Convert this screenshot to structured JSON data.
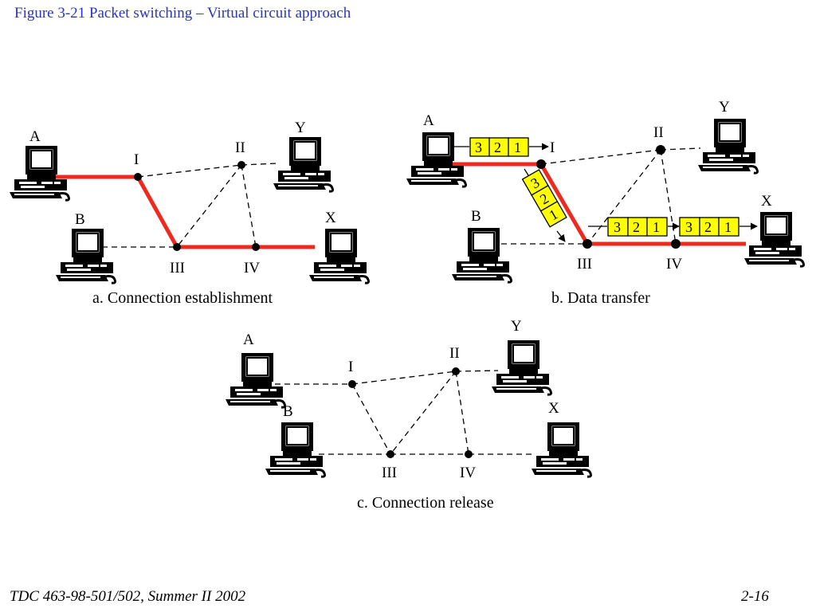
{
  "figure_title": "Figure  3-21  Packet switching – Virtual circuit approach",
  "footer": {
    "course": "TDC 463-98-501/502, Summer II 2002",
    "page": "2-16"
  },
  "colors": {
    "title": "#2a34c8",
    "circuit": "#ee2a1e",
    "packet": "#ffff00"
  },
  "panels": {
    "a": {
      "caption": "a. Connection establishment",
      "hosts": {
        "A": "A",
        "B": "B",
        "X": "X",
        "Y": "Y"
      },
      "switches": {
        "I": "I",
        "II": "II",
        "III": "III",
        "IV": "IV"
      }
    },
    "b": {
      "caption": "b. Data transfer",
      "hosts": {
        "A": "A",
        "B": "B",
        "X": "X",
        "Y": "Y"
      },
      "switches": {
        "I": "I",
        "II": "II",
        "III": "III",
        "IV": "IV"
      },
      "packets": [
        "3",
        "2",
        "1"
      ]
    },
    "c": {
      "caption": "c. Connection release",
      "hosts": {
        "A": "A",
        "B": "B",
        "X": "X",
        "Y": "Y"
      },
      "switches": {
        "I": "I",
        "II": "II",
        "III": "III",
        "IV": "IV"
      }
    }
  }
}
